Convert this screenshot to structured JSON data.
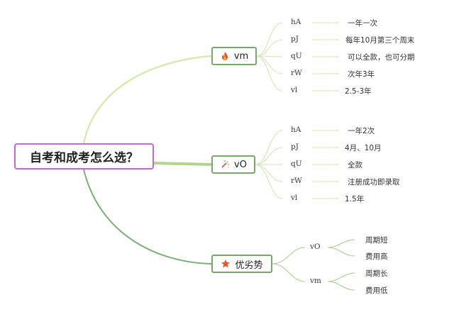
{
  "central": {
    "label": "自考和成考怎么选？"
  },
  "branches": [
    {
      "label": "vm",
      "icon": "fire-icon",
      "items": [
        {
          "key": "hA",
          "value": "一年一次"
        },
        {
          "key": "pJ",
          "value": "每年10月第三个周末"
        },
        {
          "key": "qU",
          "value": "可以全款，也可分期"
        },
        {
          "key": "rW",
          "value": "次年3年"
        },
        {
          "key": "vl",
          "value": "2.5-3年"
        }
      ]
    },
    {
      "label": "vO",
      "icon": "sparkle-wand-icon",
      "items": [
        {
          "key": "hA",
          "value": "一年2次"
        },
        {
          "key": "pJ",
          "value": "4月、10月"
        },
        {
          "key": "qU",
          "value": "全款"
        },
        {
          "key": "rW",
          "value": "注册成功即录取"
        },
        {
          "key": "vl",
          "value": "1.5年"
        }
      ]
    },
    {
      "label": "优劣势",
      "icon": "star-icon",
      "groups": [
        {
          "label": "vO",
          "items": [
            "周期短",
            "费用高"
          ]
        },
        {
          "label": "vm",
          "items": [
            "周期长",
            "费用低"
          ]
        }
      ]
    }
  ],
  "colors": {
    "central_border": "#c46ad6",
    "branch_border": "#79a86d",
    "branch1_line": "#cfe3a6",
    "branch2_line": "#a9cc82",
    "branch3_line": "#7fb07a",
    "leaf_line": "#cfe3a6",
    "fire": "#e8582a",
    "star": "#e8582a"
  }
}
